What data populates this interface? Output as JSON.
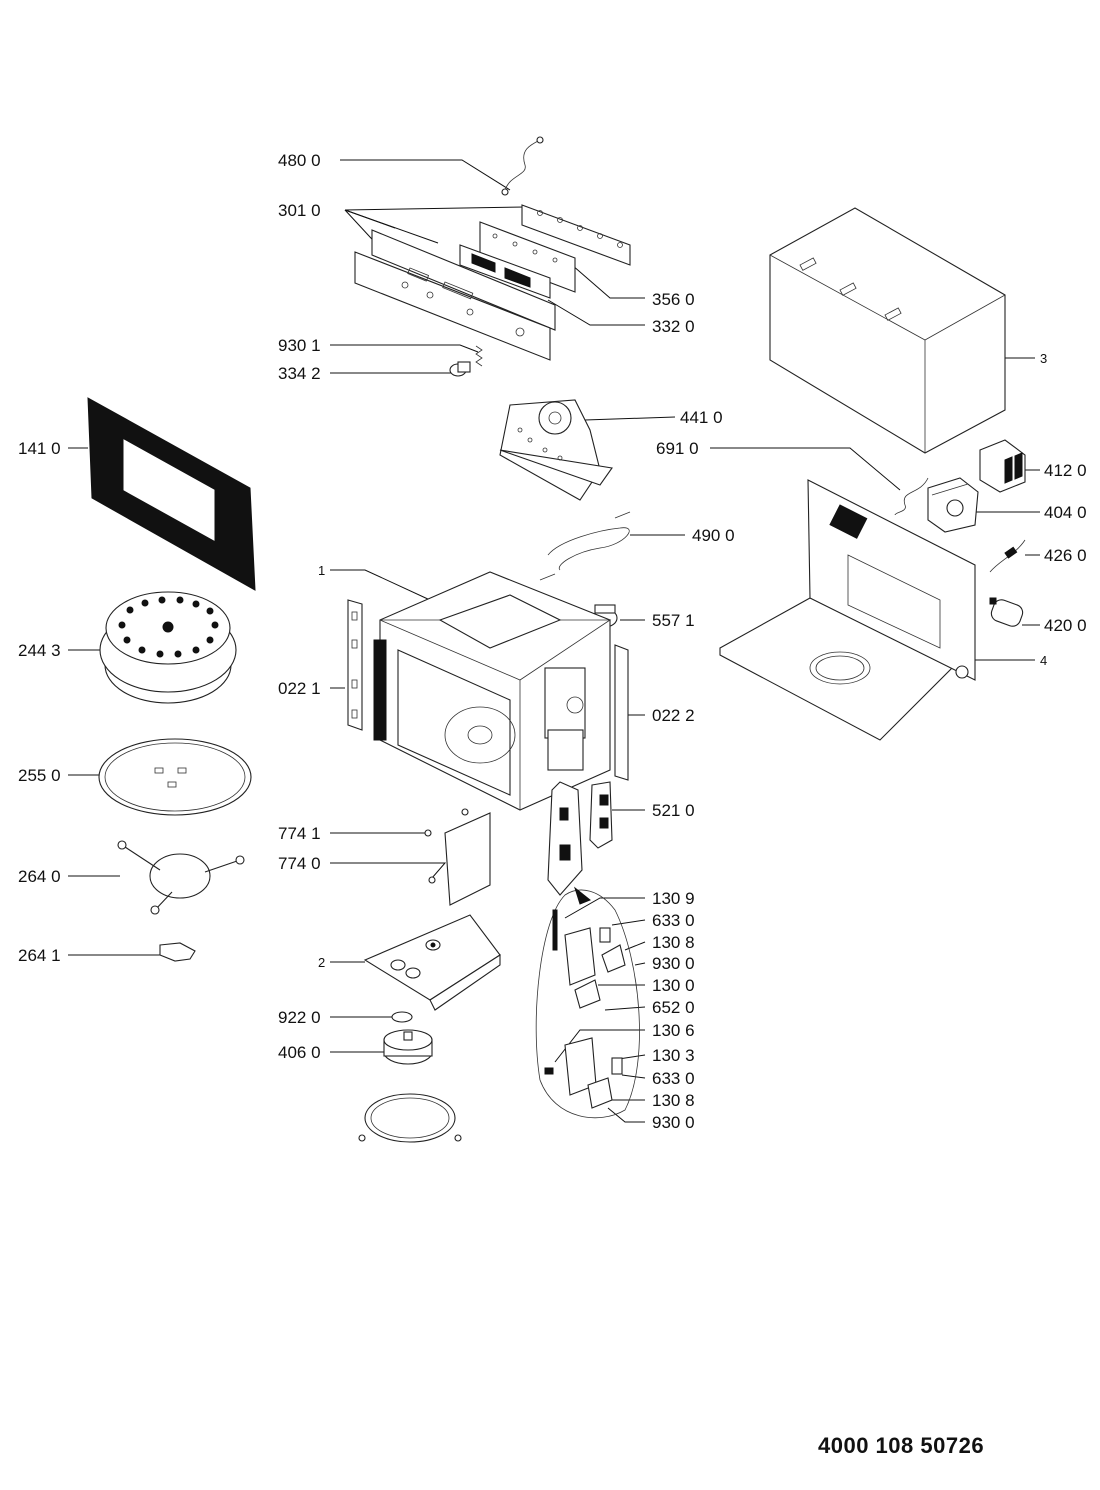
{
  "diagram": {
    "document_number": "4000 108 50726",
    "labels": {
      "p480_0": "480 0",
      "p301_0": "301 0",
      "p356_0": "356 0",
      "p332_0": "332 0",
      "p930_1": "930 1",
      "p334_2": "334 2",
      "p441_0": "441 0",
      "p691_0": "691 0",
      "p141_0": "141 0",
      "p490_0": "490 0",
      "p1": "1",
      "p557_1": "557 1",
      "p244_3": "244 3",
      "p022_1": "022 1",
      "p022_2": "022 2",
      "p255_0": "255 0",
      "p521_0": "521 0",
      "p774_1": "774 1",
      "p774_0": "774 0",
      "p264_0": "264 0",
      "p130_9": "130 9",
      "p633_0a": "633 0",
      "p130_8a": "130 8",
      "p264_1": "264 1",
      "p2": "2",
      "p930_0a": "930 0",
      "p130_0": "130 0",
      "p652_0": "652 0",
      "p922_0": "922 0",
      "p130_6": "130 6",
      "p406_0": "406 0",
      "p130_3": "130 3",
      "p633_0b": "633 0",
      "p130_8b": "130 8",
      "p930_0b": "930 0",
      "p3": "3",
      "p412_0": "412 0",
      "p404_0": "404 0",
      "p426_0": "426 0",
      "p420_0": "420 0",
      "p4": "4"
    }
  }
}
